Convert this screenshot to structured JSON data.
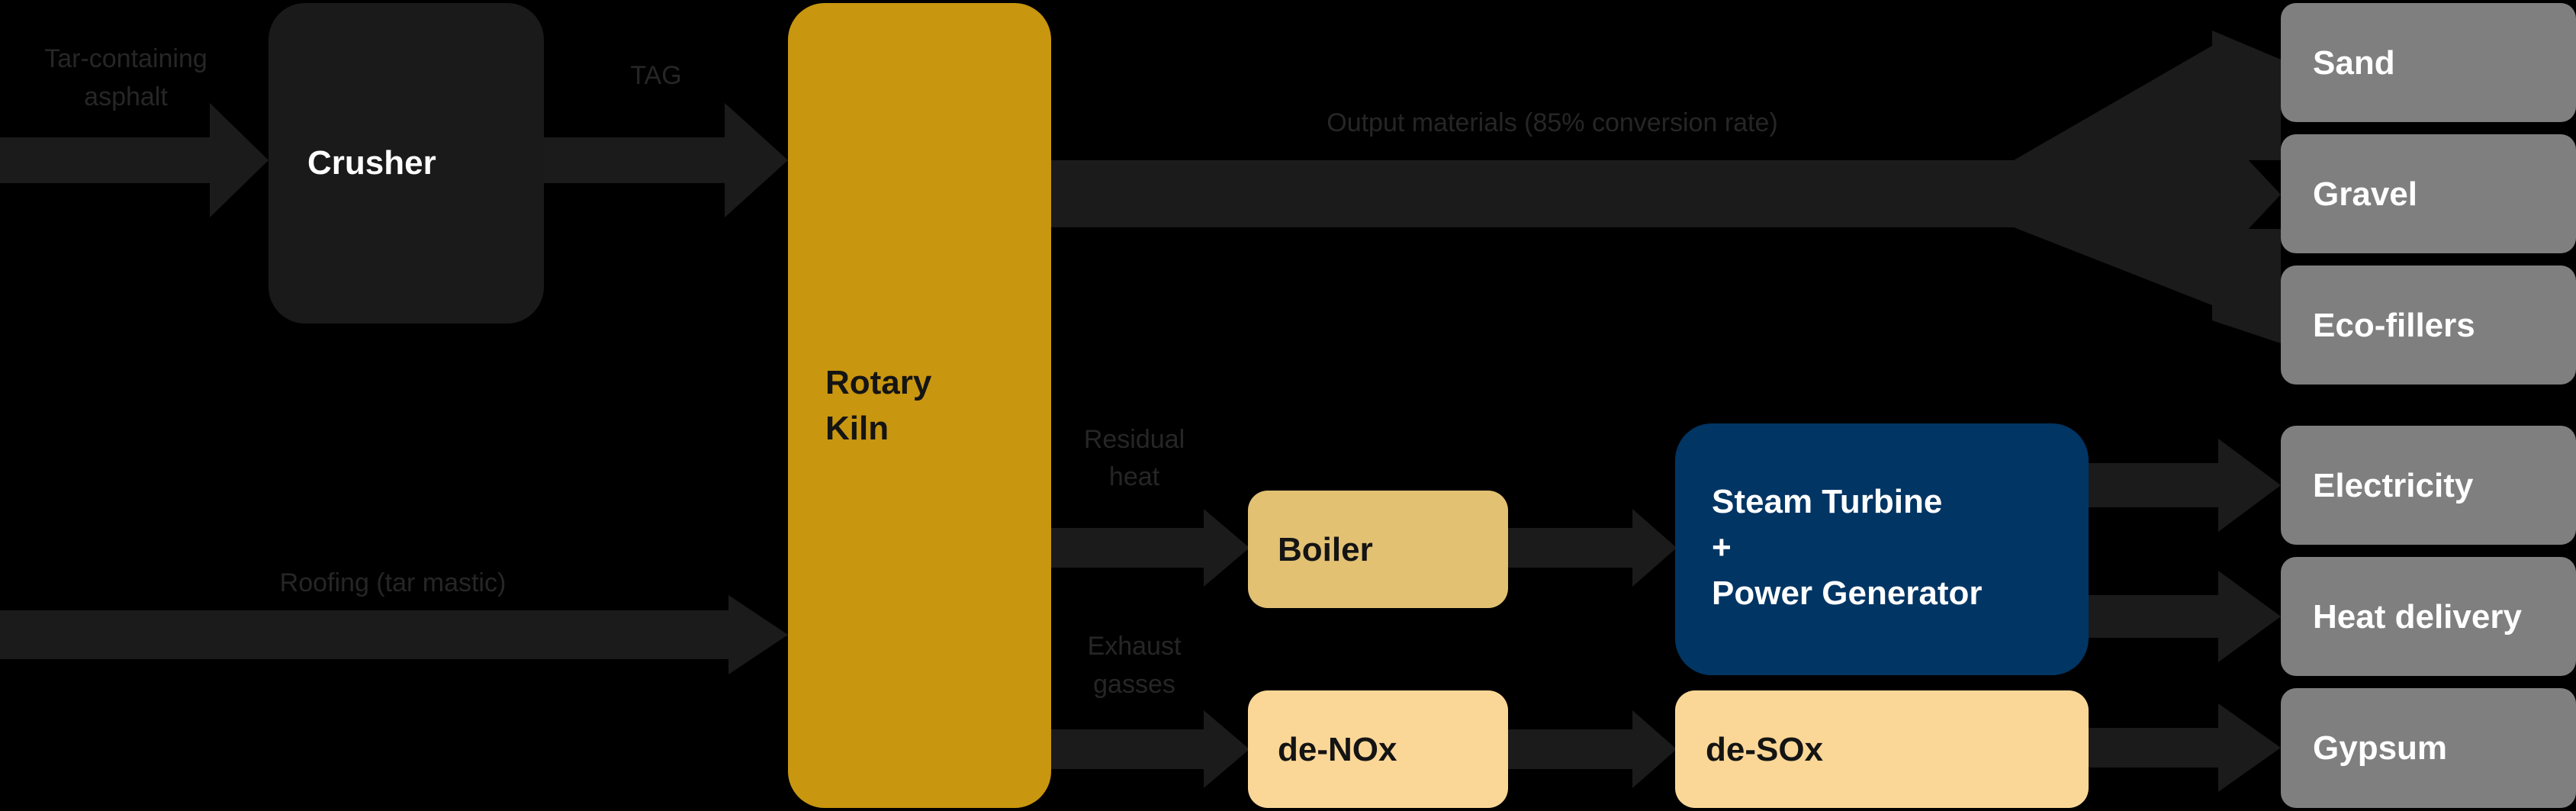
{
  "colors": {
    "background": "#000000",
    "arrow": "#1b1b1b",
    "flow_text": "#262626",
    "crusher": "#1a1a1a",
    "kiln": "#c8960f",
    "boiler": "#e2c173",
    "turbine": "#003564",
    "cleaning": "#fbd797",
    "output": "#7f7f7f",
    "dark_text": "#141414",
    "light_text": "#ffffff"
  },
  "nodes": {
    "crusher": "Crusher",
    "kiln_line1": "Rotary",
    "kiln_line2": "Kiln",
    "boiler": "Boiler",
    "turbine_line1": "Steam Turbine",
    "turbine_line2": "+",
    "turbine_line3": "Power Generator",
    "denox": "de-NOx",
    "desox": "de-SOx"
  },
  "outputs": {
    "sand": "Sand",
    "gravel": "Gravel",
    "eco_fillers": "Eco-fillers",
    "electricity": "Electricity",
    "heat_delivery": "Heat delivery",
    "gypsum": "Gypsum"
  },
  "flows": {
    "input_asphalt_line1": "Tar-containing",
    "input_asphalt_line2": "asphalt",
    "tag": "TAG",
    "roofing": "Roofing (tar mastic)",
    "output_materials": "Output materials (85% conversion rate)",
    "residual_heat_line1": "Residual",
    "residual_heat_line2": "heat",
    "exhaust_line1": "Exhaust",
    "exhaust_line2": "gasses"
  }
}
